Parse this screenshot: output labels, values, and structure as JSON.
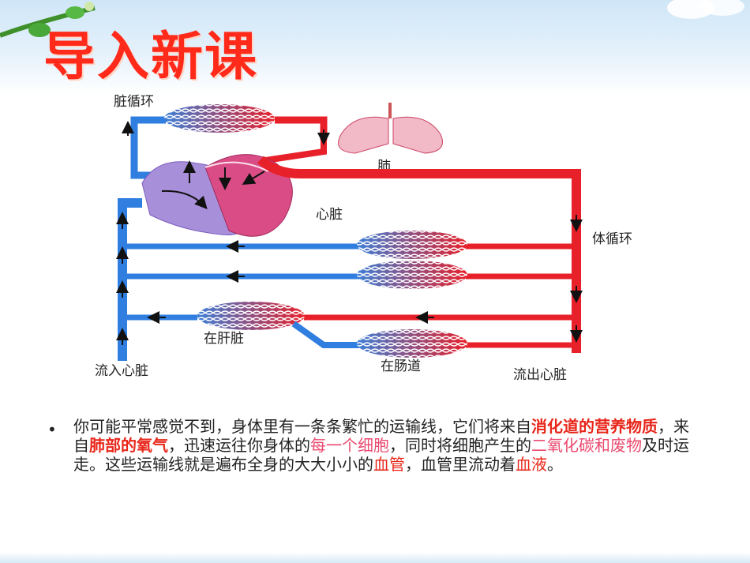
{
  "title": "导入新课",
  "diagram": {
    "labels": {
      "lung_circulation": "脏循环",
      "lung": "肺",
      "heart": "心脏",
      "body_circulation": "体循环",
      "liver": "在肝脏",
      "intestine": "在肠道",
      "flow_in": "流入心脏",
      "flow_out": "流出心脏"
    },
    "colors": {
      "artery": "#e8202a",
      "vein": "#2f7ee0"
    }
  },
  "paragraph": {
    "bullet": "•",
    "p1": "你可能平常感觉不到，身体里有一条条繁忙的运输线，它们将来自",
    "h1": "消化道的营养物质",
    "p2": "，来自",
    "h2": "肺部的氧气",
    "p3": "，迅速运往你身体的",
    "h3": "每一个细胞",
    "p4": "，同时将细胞产生的",
    "h4": "二氧化碳和废物",
    "p5": "及时运走。这些运输线就是遍布全身的大大小小的",
    "h5": "血管",
    "p6": "，血管里流动着",
    "h6": "血液",
    "p7": "。"
  }
}
